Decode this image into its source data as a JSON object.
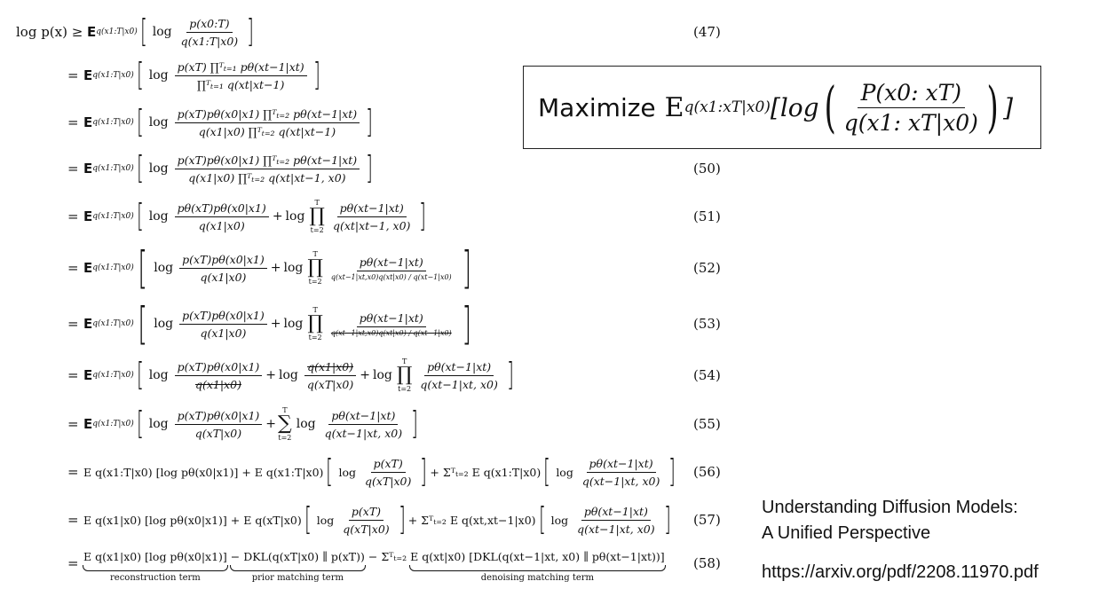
{
  "derivation": {
    "lhs": "log p(x) ≥",
    "eq_sign": "=",
    "expectation": "E",
    "expectation_sub": "q(x1:T|x0)",
    "log": "log",
    "rows": [
      {
        "num": "(47)",
        "frac_num": "p(x0:T)",
        "frac_den": "q(x1:T|x0)"
      },
      {
        "num": "",
        "frac_num": "p(xT) ∏ᵀₜ₌₁ pθ(xt−1|xt)",
        "frac_den": "∏ᵀₜ₌₁ q(xt|xt−1)"
      },
      {
        "num": "",
        "frac_num": "p(xT)pθ(x0|x1) ∏ᵀₜ₌₂ pθ(xt−1|xt)",
        "frac_den": "q(x1|x0) ∏ᵀₜ₌₂ q(xt|xt−1)"
      },
      {
        "num": "(50)",
        "frac_num": "p(xT)pθ(x0|x1) ∏ᵀₜ₌₂ pθ(xt−1|xt)",
        "frac_den": "q(x1|x0) ∏ᵀₜ₌₂ q(xt|xt−1, x0)"
      },
      {
        "num": "(51)",
        "frac_num": "pθ(xT)pθ(x0|x1)",
        "frac_den": "q(x1|x0)",
        "extra_num": "pθ(xt−1|xt)",
        "extra_den": "q(xt|xt−1, x0)"
      },
      {
        "num": "(52)",
        "frac_num": "p(xT)pθ(x0|x1)",
        "frac_den": "q(x1|x0)",
        "extra_num": "pθ(xt−1|xt)",
        "extra_den": "q(xt−1|xt,x0)q(xt|x0) / q(xt−1|x0)"
      },
      {
        "num": "(53)",
        "frac_num": "p(xT)pθ(x0|x1)",
        "frac_den": "q(x1|x0)",
        "extra_num": "pθ(xt−1|xt)",
        "extra_den": "q(xt−1|xt,x0)q(xt|x0) / q(xt−1|x0)"
      },
      {
        "num": "(54)",
        "frac_num": "p(xT)pθ(x0|x1)",
        "frac_den": "q(x1|x0)",
        "mid_num": "q(x1|x0)",
        "mid_den": "q(xT|x0)",
        "extra_num": "pθ(xt−1|xt)",
        "extra_den": "q(xt−1|xt, x0)"
      },
      {
        "num": "(55)",
        "frac_num": "p(xT)pθ(x0|x1)",
        "frac_den": "q(xT|x0)",
        "extra_num": "pθ(xt−1|xt)",
        "extra_den": "q(xt−1|xt, x0)"
      },
      {
        "num": "(56)"
      },
      {
        "num": "(57)"
      },
      {
        "num": "(58)"
      }
    ],
    "row56": {
      "term1": "E q(x1:T|x0) [log pθ(x0|x1)] +",
      "e2": "E q(x1:T|x0)",
      "f2_num": "p(xT)",
      "f2_den": "q(xT|x0)",
      "sum": "+ Σᵀₜ₌₂",
      "e3": "E q(x1:T|x0)",
      "f3_num": "pθ(xt−1|xt)",
      "f3_den": "q(xt−1|xt, x0)"
    },
    "row57": {
      "term1": "E q(x1|x0) [log pθ(x0|x1)] +",
      "e2": "E q(xT|x0)",
      "f2_num": "p(xT)",
      "f2_den": "q(xT|x0)",
      "sum": "+ Σᵀₜ₌₂",
      "e3": "E q(xt,xt−1|x0)",
      "f3_num": "pθ(xt−1|xt)",
      "f3_den": "q(xt−1|xt, x0)"
    },
    "row58": {
      "recon": "E q(x1|x0) [log pθ(x0|x1)]",
      "recon_label": "reconstruction term",
      "prior": "− DKL(q(xT|x0) ∥ p(xT))",
      "prior_label": "prior matching term",
      "sum": "− Σᵀₜ₌₂",
      "denoise": "E q(xt|x0) [DKL(q(xt−1|xt, x0) ∥ pθ(xt−1|xt))]",
      "denoise_label": "denoising matching term"
    }
  },
  "objective": {
    "word": "Maximize",
    "E": "E",
    "sub": "q(x1:xT|x0)",
    "open": "[log",
    "num": "P(x0: xT)",
    "den": "q(x1: xT|x0)",
    "close": "]"
  },
  "citation": {
    "line1": "Understanding Diffusion Models:",
    "line2": "A Unified Perspective",
    "url": "https://arxiv.org/pdf/2208.11970.pdf"
  }
}
